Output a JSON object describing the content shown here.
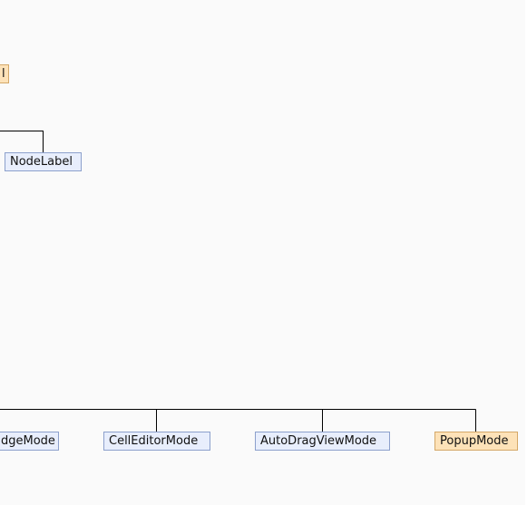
{
  "colors": {
    "background": "#fafafa",
    "node_fill": "#e8eefc",
    "node_border": "#8ca0cc",
    "highlight_fill": "#fde2b8",
    "highlight_border": "#d4a868",
    "connector": "#000000"
  },
  "nodes": {
    "top_partial": "l",
    "node_label": "NodeLabel",
    "edge_mode_partial": "dgeMode",
    "cell_editor_mode": "CellEditorMode",
    "auto_drag_view_mode": "AutoDragViewMode",
    "popup_mode": "PopupMode"
  }
}
